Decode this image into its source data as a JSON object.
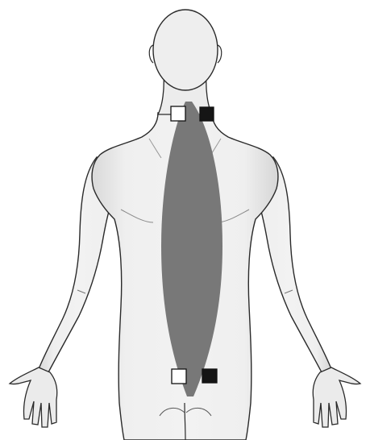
{
  "figure": {
    "subject": "back-of-human-torso",
    "colors": {
      "background": "#ffffff",
      "skin": "#ececec",
      "skin_shadow": "#d2d2d2",
      "outline": "#2a2a2a",
      "highlighted_region": "#787878",
      "electrode_white": "#ffffff",
      "electrode_black": "#151515"
    },
    "highlighted_region": {
      "name": "spine-region",
      "shape": "elongated-oval"
    },
    "electrodes": [
      {
        "name": "upper-left",
        "fill": "white"
      },
      {
        "name": "upper-right",
        "fill": "black"
      },
      {
        "name": "lower-left",
        "fill": "white"
      },
      {
        "name": "lower-right",
        "fill": "black"
      }
    ]
  }
}
